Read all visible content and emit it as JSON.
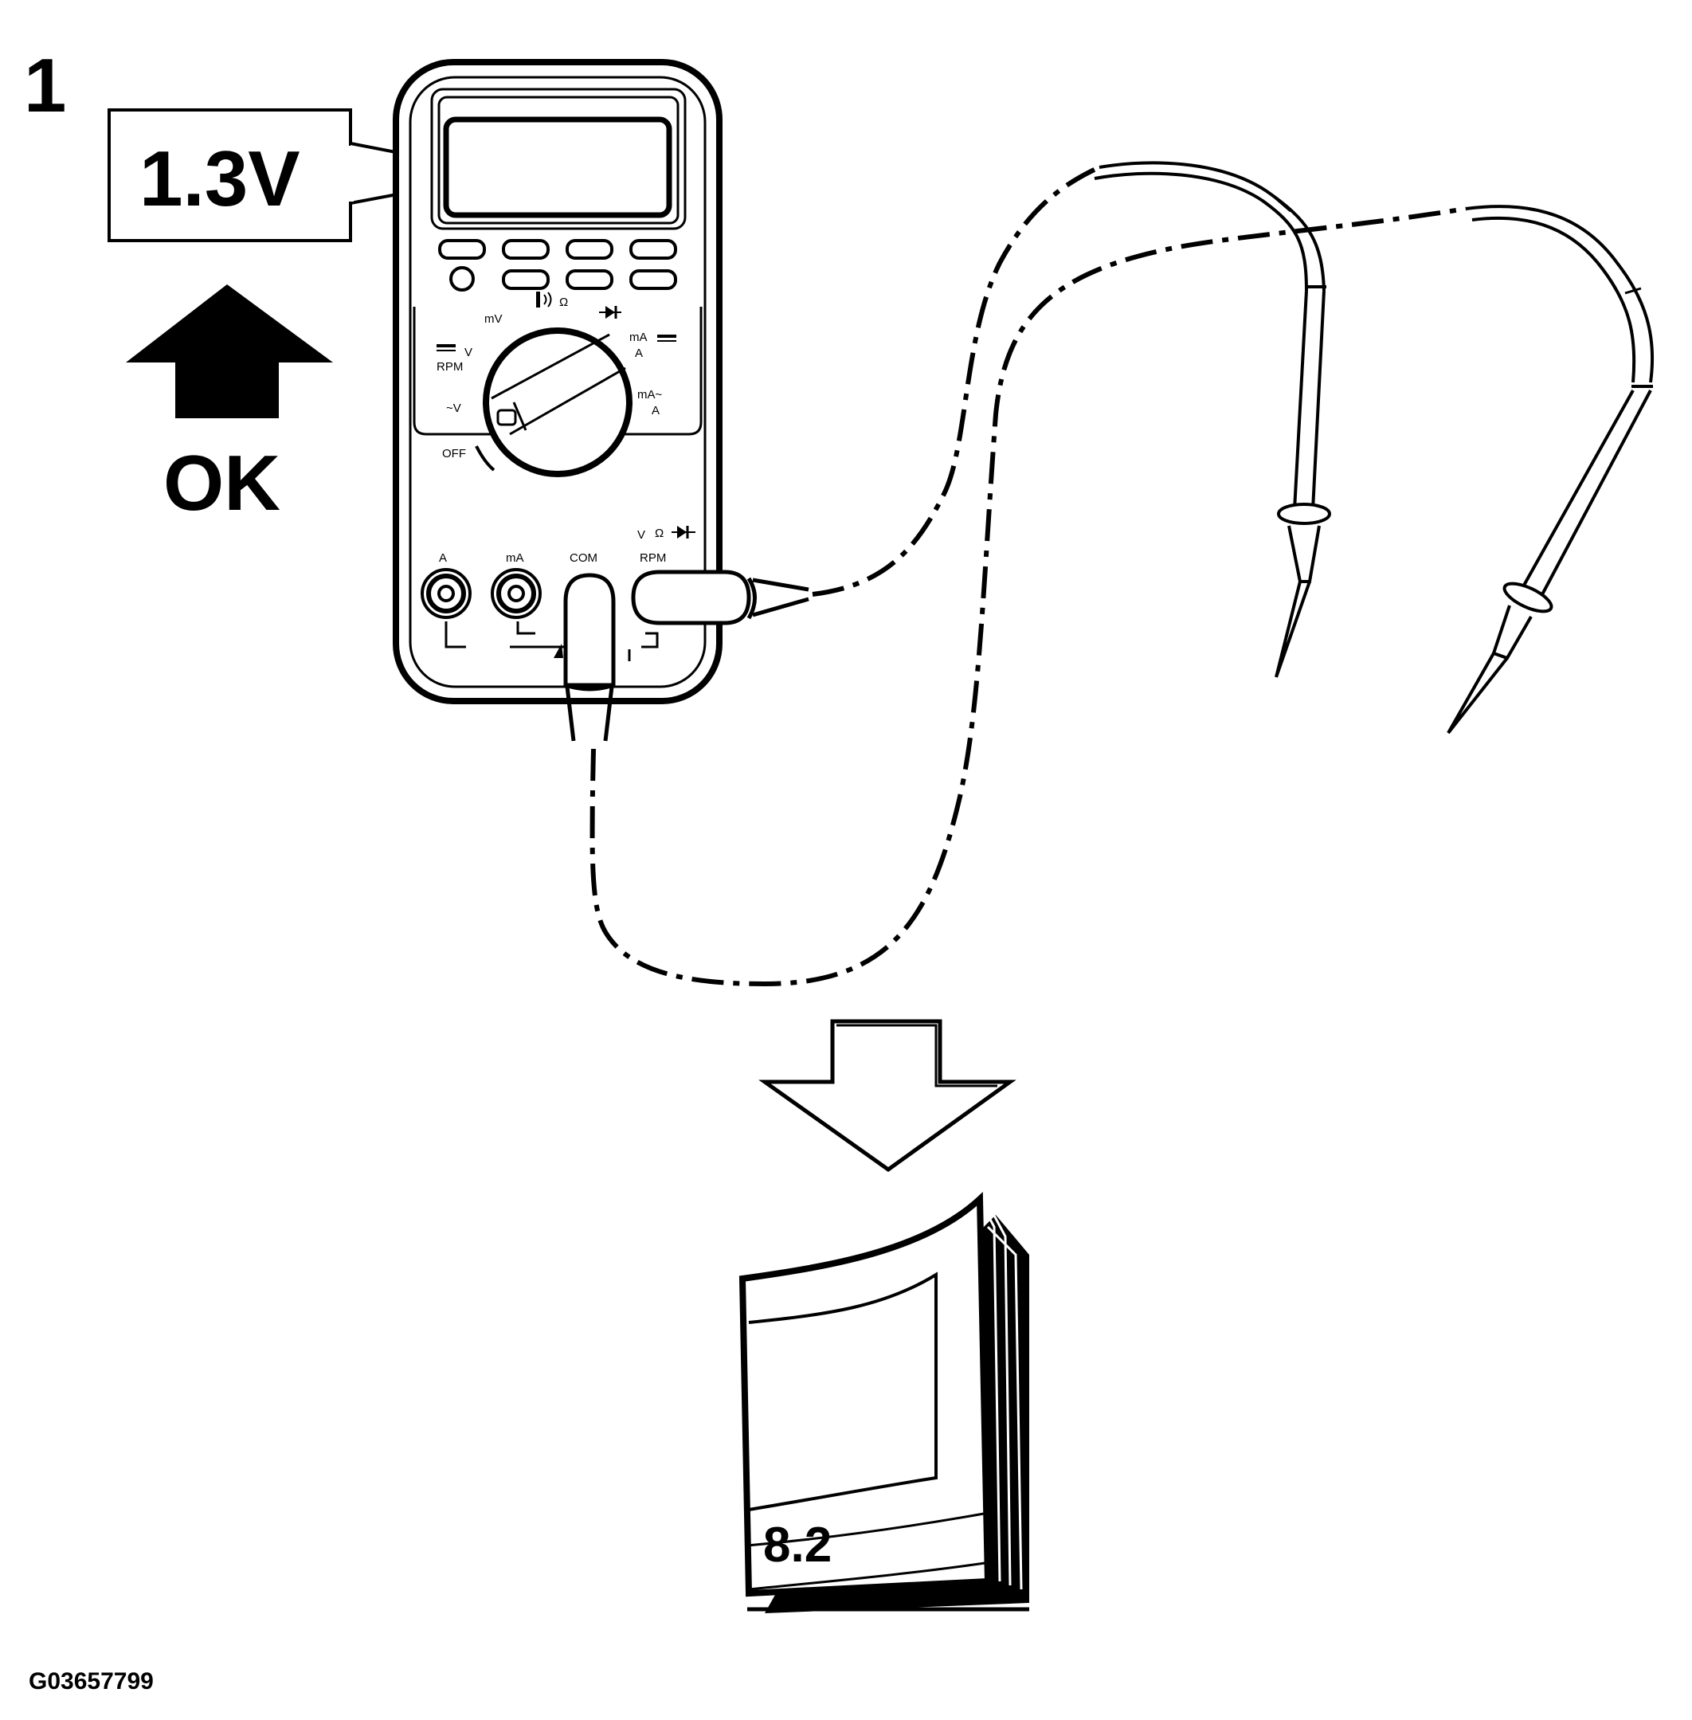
{
  "step_number": "1",
  "reading_callout": "1.3V",
  "result_label": "OK",
  "book_label": "8.2",
  "figure_code": "G03657799",
  "meter": {
    "dial_labels": {
      "mv": "mV",
      "dc_v": "V",
      "rpm": "RPM",
      "ac_v": "~V",
      "off": "OFF",
      "cont_ohm": "Ω",
      "ma_dc": "mA",
      "a_dc": "A",
      "ma_ac": "mA~",
      "a_ac": "A"
    },
    "port_labels": {
      "a": "A",
      "ma": "mA",
      "com": "COM",
      "v": "V",
      "ohm": "Ω",
      "rpm": "RPM"
    }
  },
  "colors": {
    "ink": "#000000",
    "paper": "#ffffff"
  }
}
